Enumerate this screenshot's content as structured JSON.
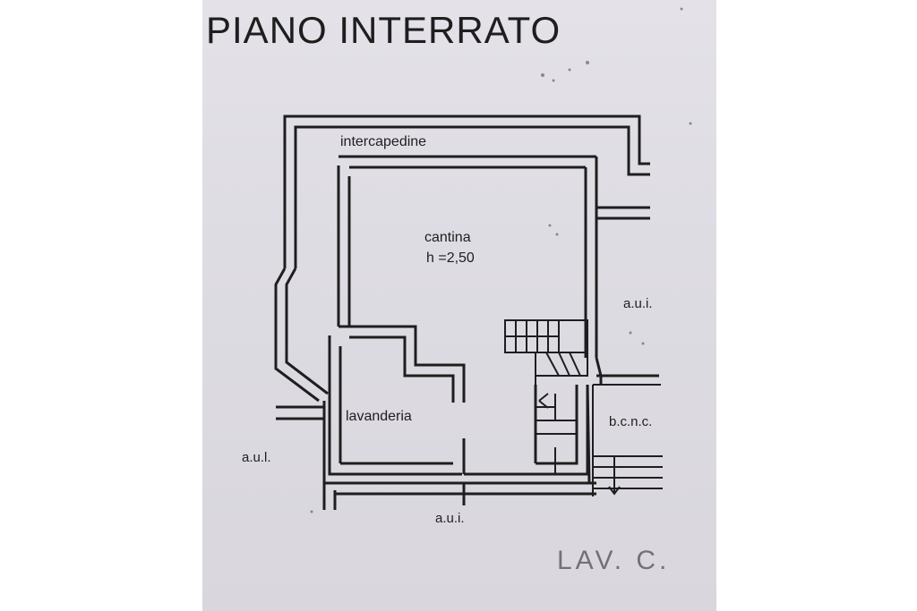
{
  "title": "PIANO INTERRATO",
  "rooms": {
    "intercapedine": "intercapedine",
    "cantina": "cantina",
    "cantina_height": "h =2,50",
    "lavanderia": "lavanderia"
  },
  "surroundings": {
    "aui_right": "a.u.i.",
    "aui_left": "a.u.l.",
    "aui_bottom": "a.u.i.",
    "bcnc": "b.c.n.c."
  },
  "stamp": "LAV. C.",
  "colors": {
    "paper": "#dedce3",
    "ink": "#1e1e1e"
  }
}
